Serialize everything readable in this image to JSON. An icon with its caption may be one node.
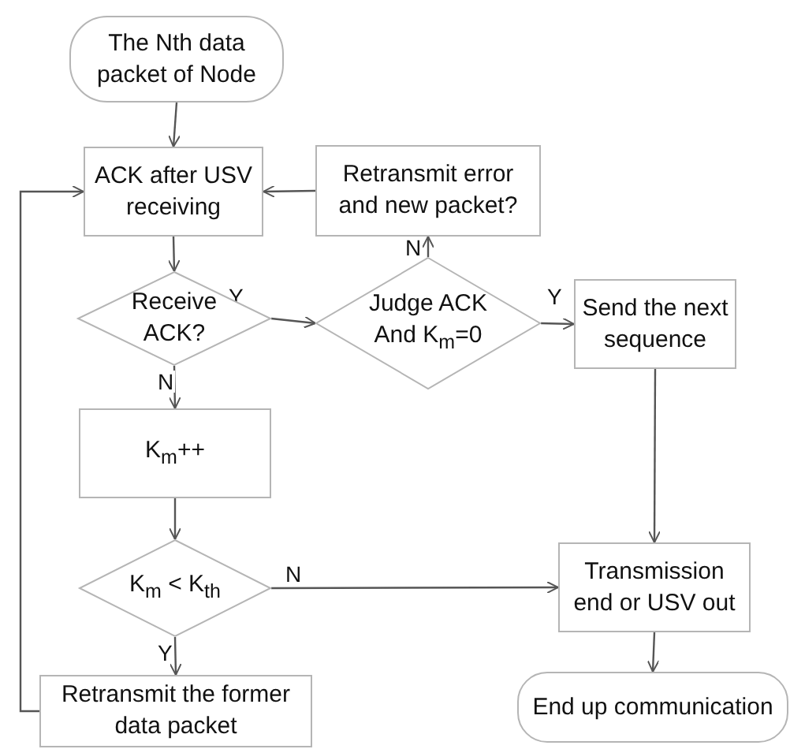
{
  "diagram": {
    "nodes": [
      {
        "text": [
          "The Nth data packet of Node"
        ]
      },
      {
        "text": [
          "ACK after USV receiving"
        ]
      },
      {
        "text": [
          "Retransmit error and new packet?"
        ]
      },
      {
        "text": [
          "Receive ACK?"
        ]
      },
      {
        "text": [
          "Judge ACK And K$_{m}$=0"
        ]
      },
      {
        "text": [
          "Send the next sequence"
        ]
      },
      {
        "text": [
          "K$_{m}$++"
        ]
      },
      {
        "text": [
          "K$_{m}$ < K$_{th}$"
        ]
      },
      {
        "text": [
          "Transmission end or USV out"
        ]
      },
      {
        "text": [
          "Retransmit the former data packet"
        ]
      },
      {
        "text": [
          "End up communication"
        ]
      }
    ],
    "edges": [
      {
        "from": 0,
        "to": 1,
        "arrow": "to"
      },
      {
        "from": 1,
        "to": 3,
        "arrow": "to"
      },
      {
        "from": 3,
        "to": 4,
        "arrow": "to",
        "label": "Y"
      },
      {
        "from": 3,
        "to": 6,
        "arrow": "to",
        "label": "N"
      },
      {
        "from": 4,
        "to": 5,
        "arrow": "to",
        "label": "Y"
      },
      {
        "from": 4,
        "to": 2,
        "arrow": "to",
        "label": "N"
      },
      {
        "from": 2,
        "to": 1,
        "arrow": "to"
      },
      {
        "from": 5,
        "to": 8,
        "arrow": "to"
      },
      {
        "from": 6,
        "to": 7,
        "arrow": "to"
      },
      {
        "from": 7,
        "to": 8,
        "arrow": "to",
        "label": "N"
      },
      {
        "from": 7,
        "to": 9,
        "arrow": "to",
        "label": "Y"
      },
      {
        "from": 9,
        "to": 1,
        "arrow": "to"
      },
      {
        "from": 8,
        "to": 10,
        "arrow": "to"
      }
    ]
  }
}
